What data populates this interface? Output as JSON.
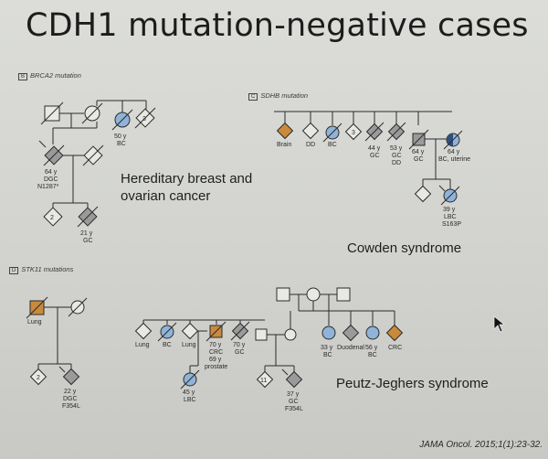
{
  "title": "CDH1 mutation-negative cases",
  "panels": {
    "b": {
      "letter": "B",
      "label": "BRCA2 mutation"
    },
    "c": {
      "letter": "C",
      "label": "SDHB mutation"
    },
    "d": {
      "letter": "D",
      "label": "STK11 mutations"
    }
  },
  "captions": {
    "hboc_line1": "Hereditary breast and",
    "hboc_line2": "ovarian cancer",
    "cowden": "Cowden syndrome",
    "pj": "Peutz-Jeghers syndrome"
  },
  "citation": "JAMA Oncol. 2015;1(1):23-32.",
  "pedigree_text": {
    "b_proband_age": "64 y",
    "b_proband_dx": "DGC",
    "b_proband_var": "N1287*",
    "b_aunt_age": "50 y",
    "b_aunt_dx": "BC",
    "b_sibs_count": "3",
    "b_child_count": "2",
    "b_child_age": "21 y",
    "b_child_dx": "GC",
    "c_brain": "Brain",
    "c_dd": "DD",
    "c_bc": "BC",
    "c_count": "3",
    "c_44": "44 y",
    "c_44dx": "GC",
    "c_53": "53 y",
    "c_53dx1": "GC",
    "c_53dx2": "DD",
    "c_64a": "64 y",
    "c_64adx": "GC",
    "c_64b": "64 y",
    "c_64bdx": "BC, uterine",
    "c_39": "39 y",
    "c_39dx": "LBC",
    "c_39var": "S163P",
    "d_lung": "Lung",
    "d_count": "2",
    "d_22": "22 y",
    "d_22dx": "DGC",
    "d_22var": "F354L",
    "d2_lung1": "Lung",
    "d2_bc": "BC",
    "d2_lung2": "Lung",
    "d2_70a": "70 y",
    "d2_70adx": "CRC",
    "d2_69": "69 y",
    "d2_69dx": "prostate",
    "d2_70b": "70 y",
    "d2_70bdx": "GC",
    "d2_45": "45 y",
    "d2_45dx": "LBC",
    "d2_count": "11",
    "d2_37": "37 y",
    "d2_37dx": "GC",
    "d2_37var": "F354L",
    "d2_33": "33 y",
    "d2_33dx": "BC",
    "d2_duodenal": "Duodenal",
    "d2_56": "56 y",
    "d2_56dx": "BC",
    "d2_crc": "CRC"
  },
  "colors": {
    "affected_blue": "#8fb3d9",
    "affected_orange": "#c98a3c",
    "carrier_gray": "#9a9a9a",
    "line": "#2b2b2b"
  }
}
